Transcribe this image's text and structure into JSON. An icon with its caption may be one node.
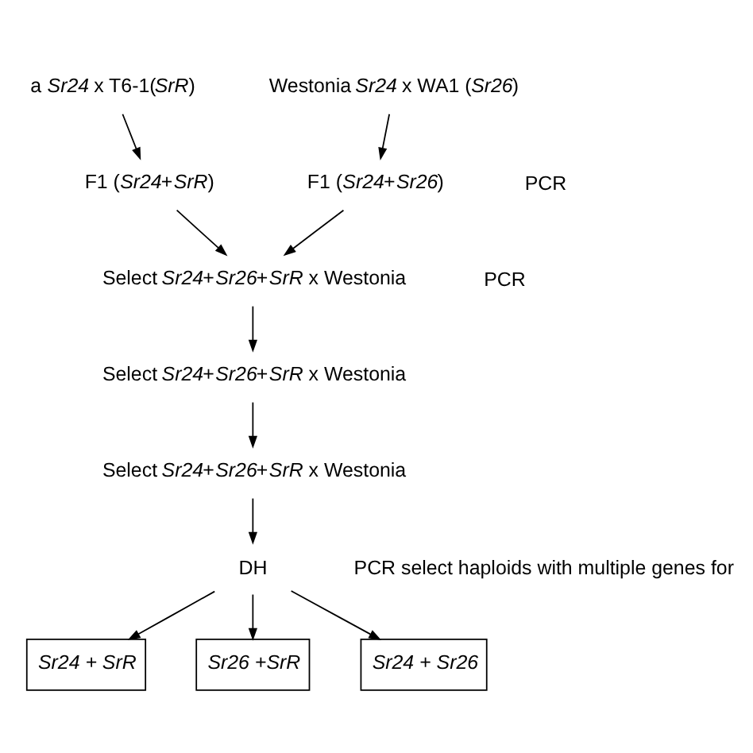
{
  "diagram": {
    "nodes": [
      {
        "text": [
          "a *Sr24* x T6-1(*SrR*)"
        ]
      },
      {
        "text": [
          "Westonia *Sr24* x WA1 (*Sr26*)"
        ]
      },
      {
        "text": [
          "F1 (*Sr24*+*SrR*)"
        ]
      },
      {
        "text": [
          "F1 (*Sr24*+*Sr26*)"
        ]
      },
      {
        "text": [
          "Select *Sr24*+*Sr26*+*SrR* x Westonia"
        ]
      },
      {
        "text": [
          "Select *Sr24*+*Sr26*+*SrR* x Westonia"
        ]
      },
      {
        "text": [
          "Select *Sr24*+*Sr26*+*SrR* x Westonia"
        ]
      },
      {
        "text": [
          "DH"
        ]
      },
      {
        "text": [
          "*Sr24 + SrR*"
        ]
      },
      {
        "text": [
          "*Sr26 +SrR*"
        ]
      },
      {
        "text": [
          "*Sr24 + Sr26*"
        ]
      }
    ],
    "edges": [
      {
        "from": 0,
        "to": 2,
        "arrow": "to"
      },
      {
        "from": 1,
        "to": 3,
        "arrow": "to"
      },
      {
        "from": 2,
        "to": 4,
        "arrow": "to"
      },
      {
        "from": 3,
        "to": 4,
        "arrow": "to"
      },
      {
        "from": 4,
        "to": 5,
        "arrow": "to"
      },
      {
        "from": 5,
        "to": 6,
        "arrow": "to"
      },
      {
        "from": 6,
        "to": 7,
        "arrow": "to"
      },
      {
        "from": 7,
        "to": 8,
        "arrow": "to"
      },
      {
        "from": 7,
        "to": 9,
        "arrow": "to"
      },
      {
        "from": 7,
        "to": 10,
        "arrow": "to"
      }
    ],
    "labels": [
      "PCR",
      "PCR",
      "PCR select haploids with multiple genes for"
    ]
  }
}
